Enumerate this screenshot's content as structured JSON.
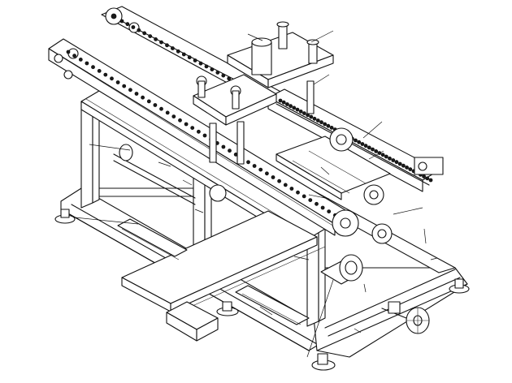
{
  "drawing": {
    "line_color": "#111111",
    "background": "#ffffff",
    "chain_links": 44,
    "pads": 6,
    "leader_lines": 20
  }
}
